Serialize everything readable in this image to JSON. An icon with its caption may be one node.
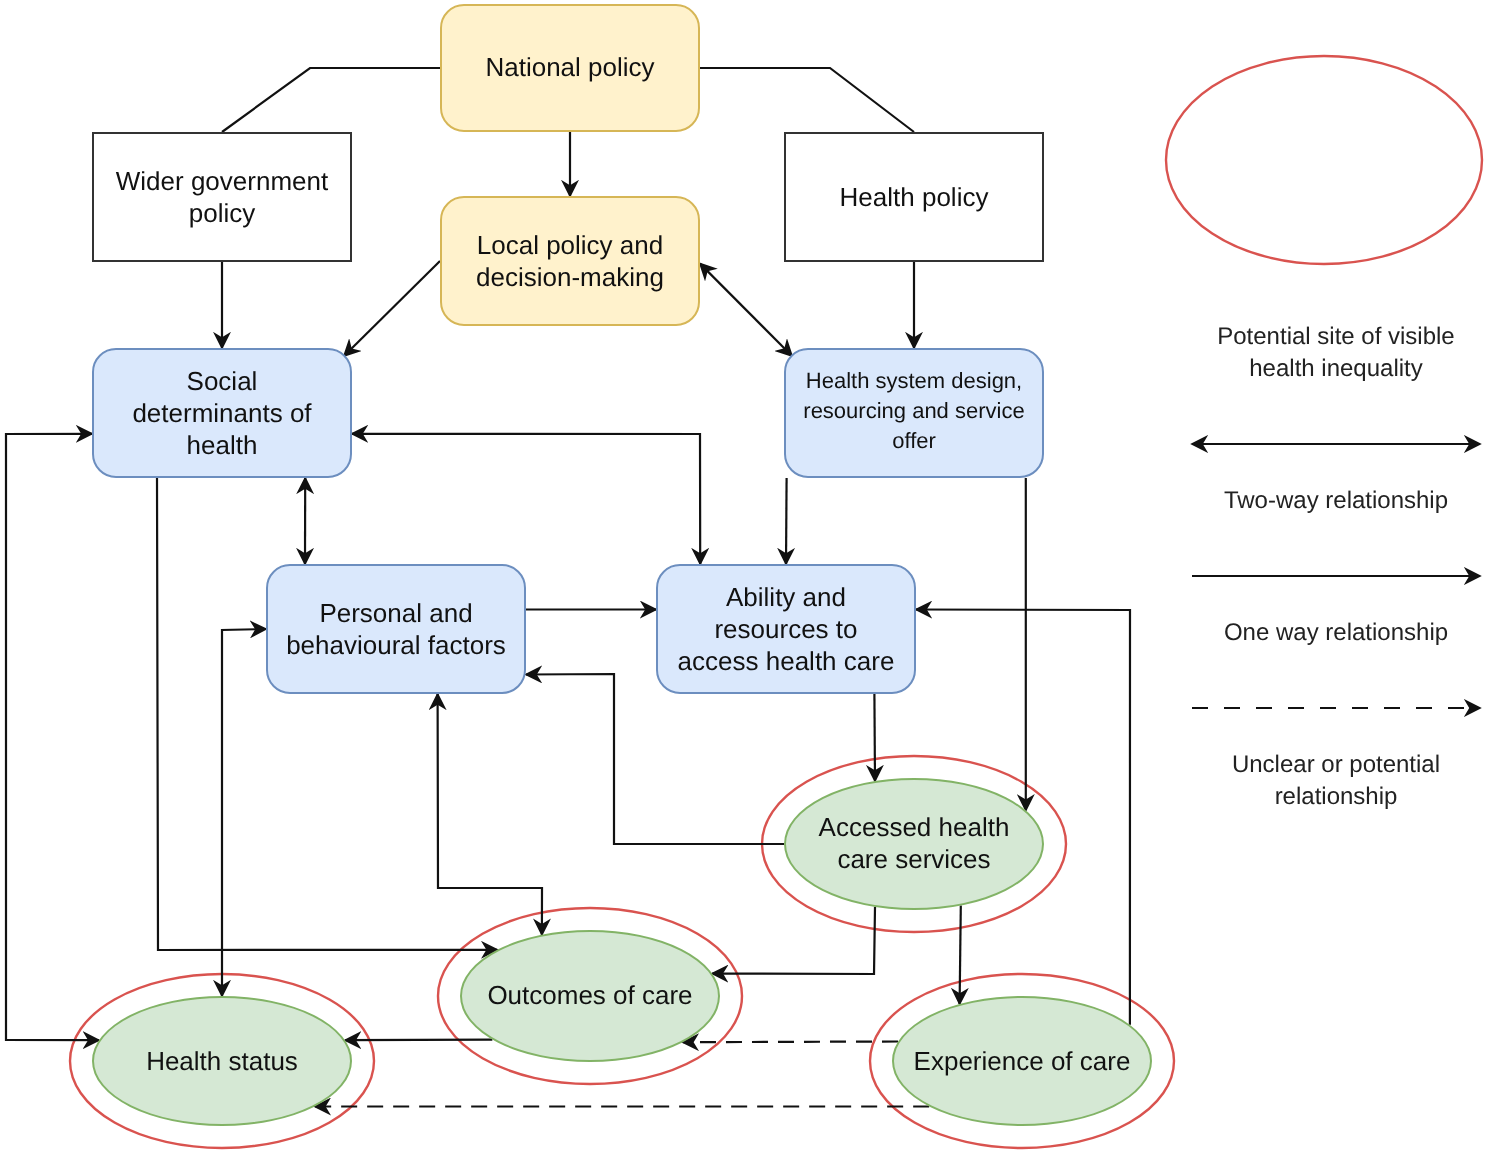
{
  "diagram": {
    "nodes": [
      {
        "text": [
          "National policy"
        ]
      },
      {
        "text": [
          "Wider government policy"
        ]
      },
      {
        "text": [
          "Health policy"
        ]
      },
      {
        "text": [
          "Local policy and decision-making"
        ]
      },
      {
        "text": [
          "Social determinants of health"
        ]
      },
      {
        "text": [
          "Health system design, resourcing and service offer"
        ]
      },
      {
        "text": [
          "Personal and behavioural factors"
        ]
      },
      {
        "text": [
          "Ability and resources to access health care"
        ]
      },
      {
        "text": [
          "Accessed health care services"
        ]
      },
      {
        "text": [
          "Outcomes of care"
        ]
      },
      {
        "text": [
          "Health status"
        ]
      },
      {
        "text": [
          "Experience of care"
        ]
      }
    ],
    "edges": [
      {
        "from": 0,
        "to": 1,
        "arrow": "none"
      },
      {
        "from": 0,
        "to": 2,
        "arrow": "none"
      },
      {
        "from": 0,
        "to": 3,
        "arrow": "to"
      },
      {
        "from": 1,
        "to": 4,
        "arrow": "to"
      },
      {
        "from": 2,
        "to": 5,
        "arrow": "to"
      },
      {
        "from": 3,
        "to": 4,
        "arrow": "to"
      },
      {
        "from": 3,
        "to": 5,
        "arrow": "both"
      },
      {
        "from": 4,
        "to": 7,
        "arrow": "both"
      },
      {
        "from": 4,
        "to": 6,
        "arrow": "both"
      },
      {
        "from": 5,
        "to": 7,
        "arrow": "to"
      },
      {
        "from": 6,
        "to": 7,
        "arrow": "to"
      },
      {
        "from": 7,
        "to": 8,
        "arrow": "to"
      },
      {
        "from": 5,
        "to": 8,
        "arrow": "to"
      },
      {
        "from": 11,
        "to": 7,
        "arrow": "to"
      },
      {
        "from": 8,
        "to": 6,
        "arrow": "to"
      },
      {
        "from": 6,
        "to": 9,
        "arrow": "both"
      },
      {
        "from": 4,
        "to": 9,
        "arrow": "to"
      },
      {
        "from": 6,
        "to": 10,
        "arrow": "both"
      },
      {
        "from": 4,
        "to": 10,
        "arrow": "both"
      },
      {
        "from": 9,
        "to": 10,
        "arrow": "to"
      },
      {
        "from": 8,
        "to": 9,
        "arrow": "to"
      },
      {
        "from": 8,
        "to": 11,
        "arrow": "to"
      },
      {
        "from": 11,
        "to": 9,
        "arrow": "to",
        "style": "dashed"
      },
      {
        "from": 11,
        "to": 10,
        "arrow": "to",
        "style": "dashed"
      }
    ],
    "legend": [
      {
        "text": "Potential site of visible health inequality"
      },
      {
        "text": "Two-way relationship"
      },
      {
        "text": "One way relationship"
      },
      {
        "text": "Unclear or potential relationship"
      }
    ]
  }
}
